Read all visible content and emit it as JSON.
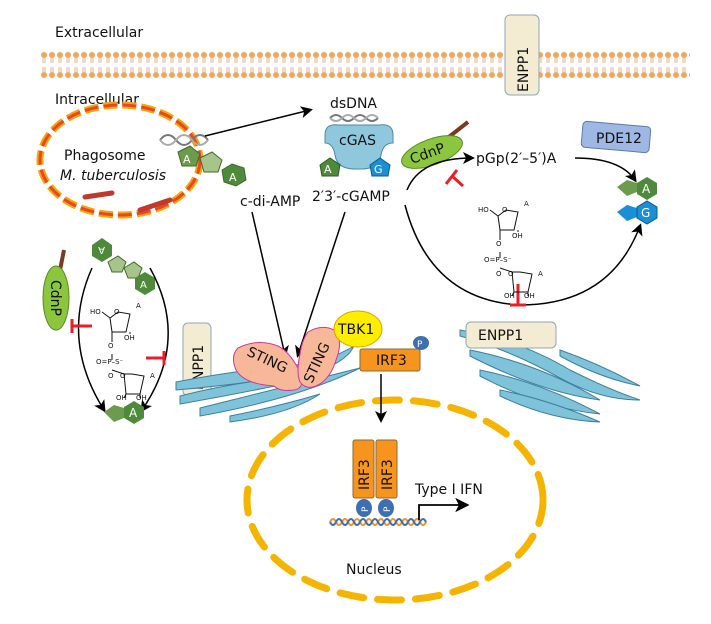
{
  "labels": {
    "extracellular": "Extracellular",
    "intracellular": "Intracellular",
    "phagosome": "Phagosome",
    "organism": "M. tuberculosis",
    "c_di_amp": "c-di-AMP",
    "dsdna": "dsDNA",
    "cgas": "cGAS",
    "cgamp": "2′3′-cGAMP",
    "pgpa": "pGp(2′–5′)A",
    "pde12": "PDE12",
    "cdnp_top": "CdnP",
    "cdnp_left": "CdnP",
    "enpp1_membrane": "ENPP1",
    "enpp1_left": "ENPP1",
    "enpp1_right": "ENPP1",
    "sting1": "STING",
    "sting2": "STING",
    "tbk1": "TBK1",
    "irf3": "IRF3",
    "irf3_dimer_1": "IRF3",
    "irf3_dimer_2": "IRF3",
    "phospho": "P",
    "type_i_ifn": "Type I IFN",
    "nucleus": "Nucleus",
    "adenine": "A",
    "guanine": "G"
  },
  "chem_labels": [
    "HO",
    "O",
    "A",
    "OH",
    "O",
    "O=P–S⁻",
    "O",
    "O",
    "A",
    "OH",
    "OH"
  ],
  "colors": {
    "membrane": "#f2a65a",
    "phagosome": "#e8462a",
    "adenine": "#4f8a3c",
    "guanine": "#1a8fd6",
    "cdnp": "#8cc63f",
    "enpp1": "#f3ecd2",
    "pde12": "#9fb7e3",
    "cgas": "#8fc8dc",
    "sting": "#f7b89a",
    "tbk1": "#ffee00",
    "irf3": "#f7941d",
    "phospho": "#3e6fb0",
    "er": "#7ec3da",
    "nucleus": "#f5b400",
    "inhibition": "#ee1c25"
  }
}
